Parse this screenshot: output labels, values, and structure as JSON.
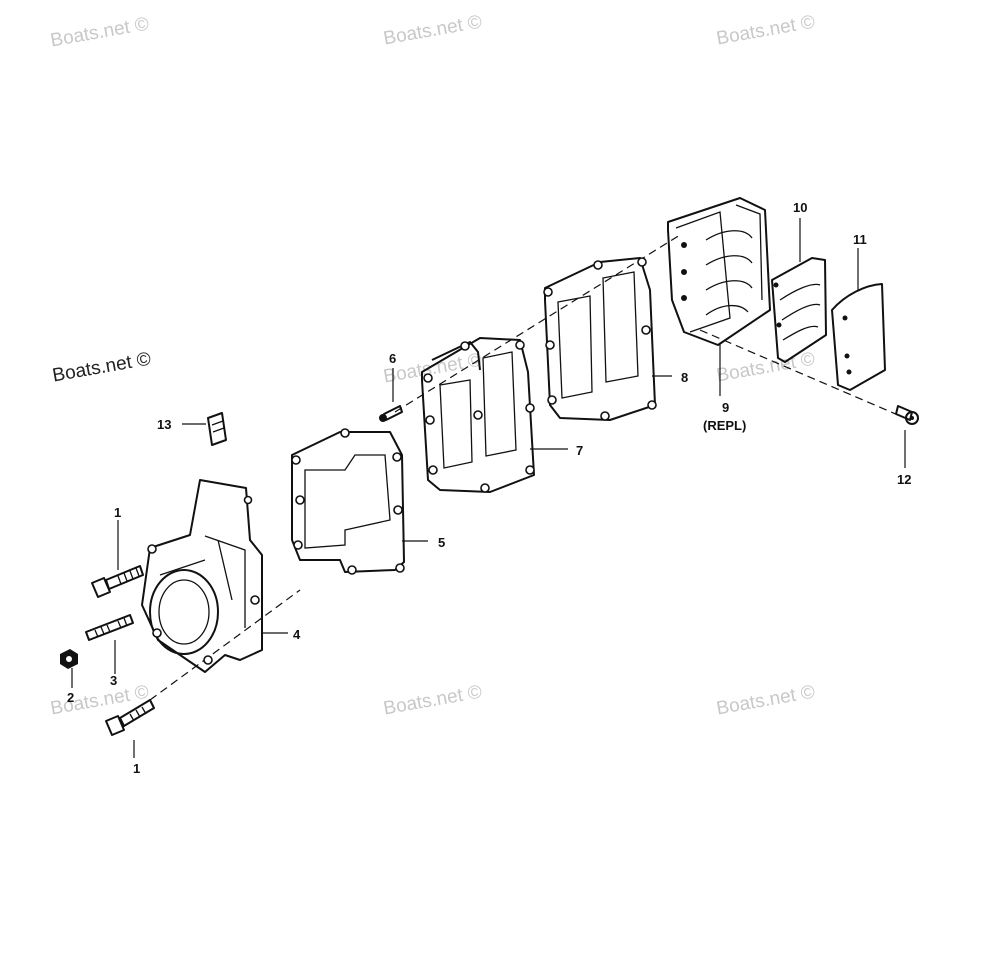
{
  "watermark": {
    "text": "Boats.net ©"
  },
  "callouts": {
    "c1_top": "1",
    "c1_bottom": "1",
    "c2": "2",
    "c3": "3",
    "c4": "4",
    "c5": "5",
    "c6": "6",
    "c7": "7",
    "c8": "8",
    "c9": "9",
    "c9_note": "(REPL)",
    "c10": "10",
    "c11": "11",
    "c12": "12",
    "c13": "13"
  }
}
